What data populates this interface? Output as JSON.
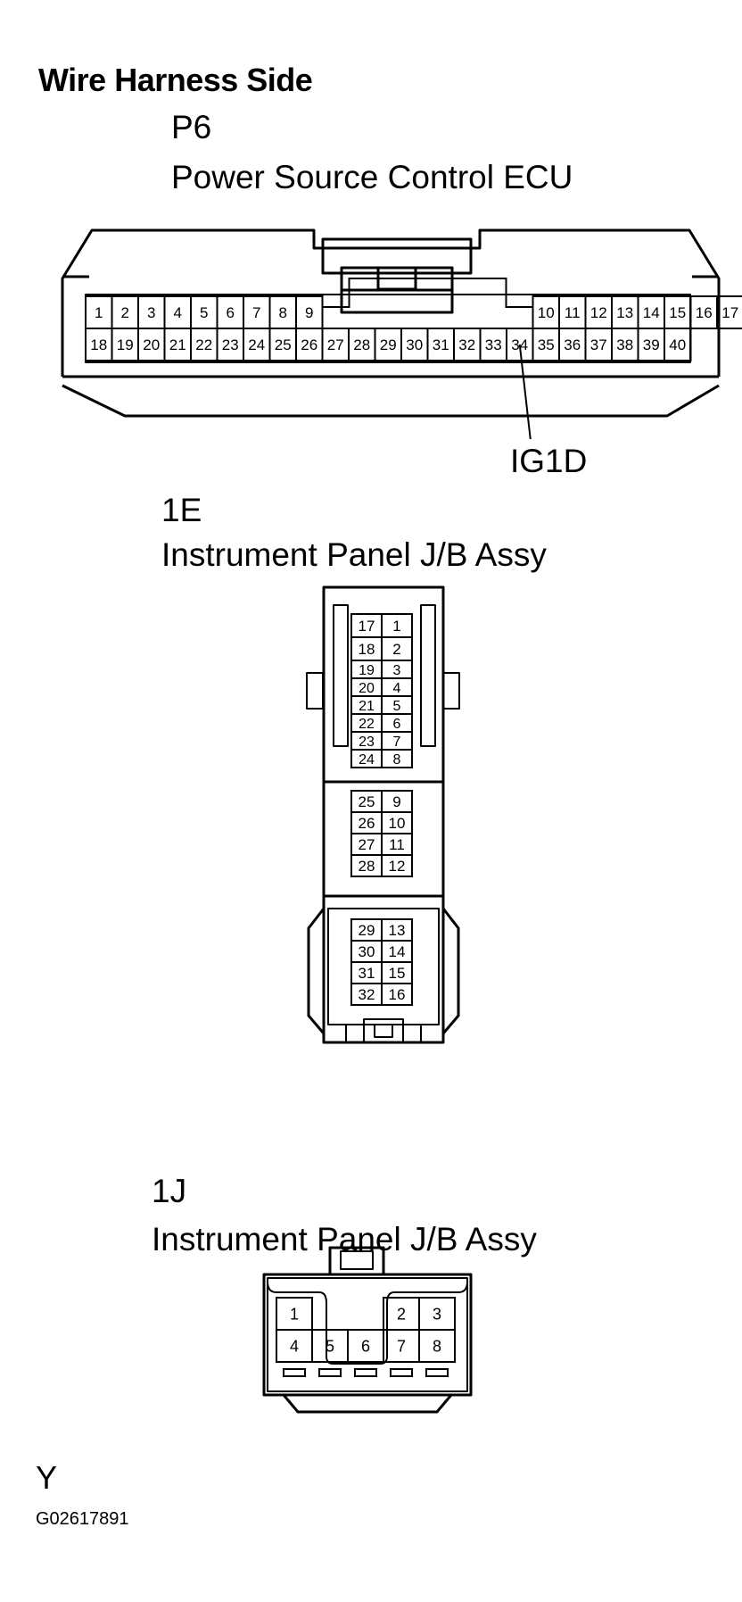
{
  "title": "Wire Harness Side",
  "connectors": {
    "p6": {
      "code": "P6",
      "name": "Power Source Control ECU",
      "row1_left": [
        "1",
        "2",
        "3",
        "4",
        "5",
        "6",
        "7",
        "8",
        "9"
      ],
      "row1_right": [
        "10",
        "11",
        "12",
        "13",
        "14",
        "15",
        "16",
        "17"
      ],
      "row2": [
        "18",
        "19",
        "20",
        "21",
        "22",
        "23",
        "24",
        "25",
        "26",
        "27",
        "28",
        "29",
        "30",
        "31",
        "32",
        "33",
        "34",
        "35",
        "36",
        "37",
        "38",
        "39",
        "40"
      ],
      "callout_label": "IG1D",
      "callout_pin": "34"
    },
    "e1": {
      "code": "1E",
      "name": "Instrument Panel J/B Assy",
      "blocks": [
        [
          [
            "17",
            "1"
          ],
          [
            "18",
            "2"
          ],
          [
            "19",
            "3"
          ],
          [
            "20",
            "4"
          ],
          [
            "21",
            "5"
          ],
          [
            "22",
            "6"
          ],
          [
            "23",
            "7"
          ],
          [
            "24",
            "8"
          ]
        ],
        [
          [
            "25",
            "9"
          ],
          [
            "26",
            "10"
          ],
          [
            "27",
            "11"
          ],
          [
            "28",
            "12"
          ]
        ],
        [
          [
            "29",
            "13"
          ],
          [
            "30",
            "14"
          ],
          [
            "31",
            "15"
          ],
          [
            "32",
            "16"
          ]
        ]
      ]
    },
    "j1": {
      "code": "1J",
      "name": "Instrument Panel J/B Assy",
      "row1_left": [
        "1"
      ],
      "row1_right": [
        "2",
        "3"
      ],
      "row2": [
        "4",
        "5",
        "6",
        "7",
        "8"
      ]
    }
  },
  "variant": "Y",
  "figure_id": "G02617891"
}
